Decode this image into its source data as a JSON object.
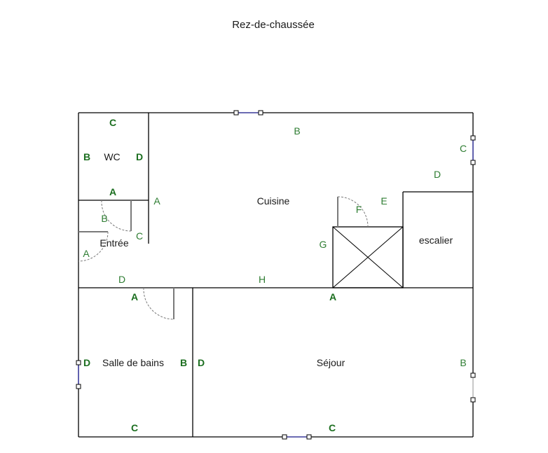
{
  "title": "Rez-de-chaussée",
  "rooms": {
    "wc": "WC",
    "entree": "Entrée",
    "cuisine": "Cuisine",
    "escalier": "escalier",
    "salle_de_bains": "Salle de bains",
    "sejour": "Séjour"
  },
  "wall_labels": {
    "wc_top": "C",
    "wc_left": "B",
    "wc_right": "D",
    "wc_bottom": "A",
    "entree_right_top": "A",
    "entree_b": "B",
    "entree_c": "C",
    "entree_a": "A",
    "entree_bottom": "D",
    "cuisine_top": "B",
    "cuisine_right": "C",
    "cuisine_d": "D",
    "cuisine_e": "E",
    "cuisine_f": "F",
    "cuisine_g": "G",
    "cuisine_bottom": "H",
    "cuisine_a": "A",
    "sdb_top": "A",
    "sdb_left": "D",
    "sdb_right": "B",
    "sdb_bottom": "C",
    "sejour_left": "D",
    "sejour_right": "B",
    "sejour_bottom": "C"
  },
  "colors": {
    "walls": "#000000",
    "wall_labels": "#2e7d32",
    "doors": "#7a7a7a",
    "window_blue": "#3a3a9a"
  }
}
